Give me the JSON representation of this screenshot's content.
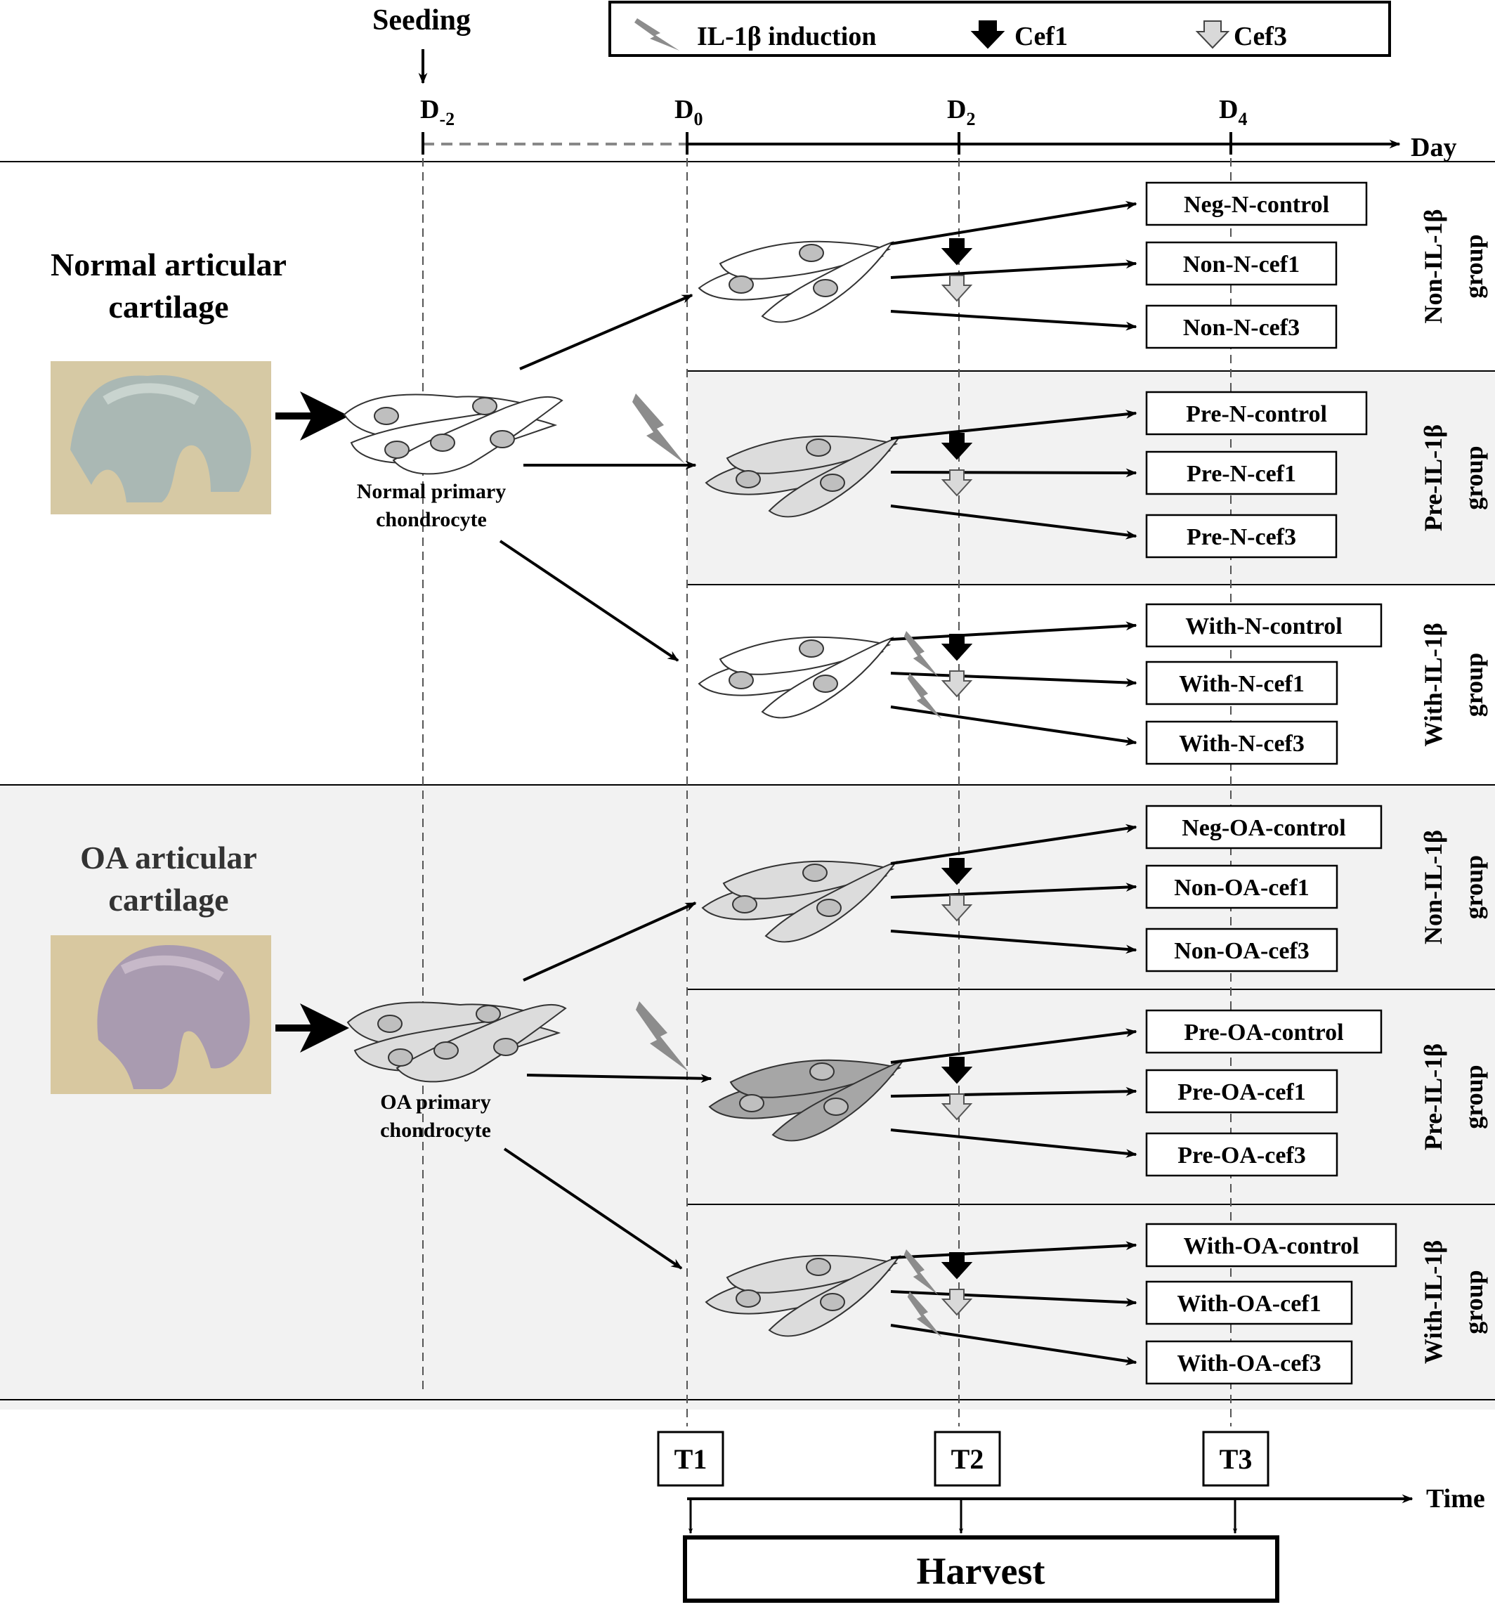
{
  "legend": {
    "il1b_label": "IL-1β induction",
    "cef1_label": "Cef1",
    "cef3_label": "Cef3"
  },
  "timeline": {
    "seeding_label": "Seeding",
    "day_axis_label": "Day",
    "days": [
      {
        "main": "D",
        "sub": "-2"
      },
      {
        "main": "D",
        "sub": "0"
      },
      {
        "main": "D",
        "sub": "2"
      },
      {
        "main": "D",
        "sub": "4"
      }
    ]
  },
  "sources": [
    {
      "title_line1": "Normal articular",
      "title_line2": "cartilage",
      "cell_line1": "Normal primary",
      "cell_line2": "chondrocyte",
      "photo_colors": {
        "bg": "#d6c9a4",
        "cartilage": "#aab8b4",
        "highlight": "#c9d4cf"
      }
    },
    {
      "title_line1": "OA articular",
      "title_line2": "cartilage",
      "cell_line1": "OA primary",
      "cell_line2": "chondrocyte",
      "photo_colors": {
        "bg": "#d8c8a0",
        "cartilage": "#a99bb0",
        "highlight": "#c7b9c9"
      }
    }
  ],
  "groups": [
    {
      "label": "Non-IL-1β group",
      "outputs": [
        "Neg-N-control",
        "Non-N-cef1",
        "Non-N-cef3"
      ]
    },
    {
      "label": "Pre-IL-1β group",
      "outputs": [
        "Pre-N-control",
        "Pre-N-cef1",
        "Pre-N-cef3"
      ]
    },
    {
      "label": "With-IL-1β group",
      "outputs": [
        "With-N-control",
        "With-N-cef1",
        "With-N-cef3"
      ]
    },
    {
      "label": "Non-IL-1β group",
      "outputs": [
        "Neg-OA-control",
        "Non-OA-cef1",
        "Non-OA-cef3"
      ]
    },
    {
      "label": "Pre-IL-1β group",
      "outputs": [
        "Pre-OA-control",
        "Pre-OA-cef1",
        "Pre-OA-cef3"
      ]
    },
    {
      "label": "With-IL-1β group",
      "outputs": [
        "With-OA-control",
        "With-OA-cef1",
        "With-OA-cef3"
      ]
    }
  ],
  "timepoints": [
    "T1",
    "T2",
    "T3"
  ],
  "time_axis_label": "Time",
  "harvest_label": "Harvest",
  "colors": {
    "band": "#f2f2f2",
    "cell_light": "#ffffff",
    "cell_mid": "#dcdcdc",
    "cell_dark": "#a6a6a6",
    "nucleus": "#bfbfbf",
    "bolt": "#8c8c8c",
    "cef1": "#000000",
    "cef3": "#d9d9d9"
  }
}
